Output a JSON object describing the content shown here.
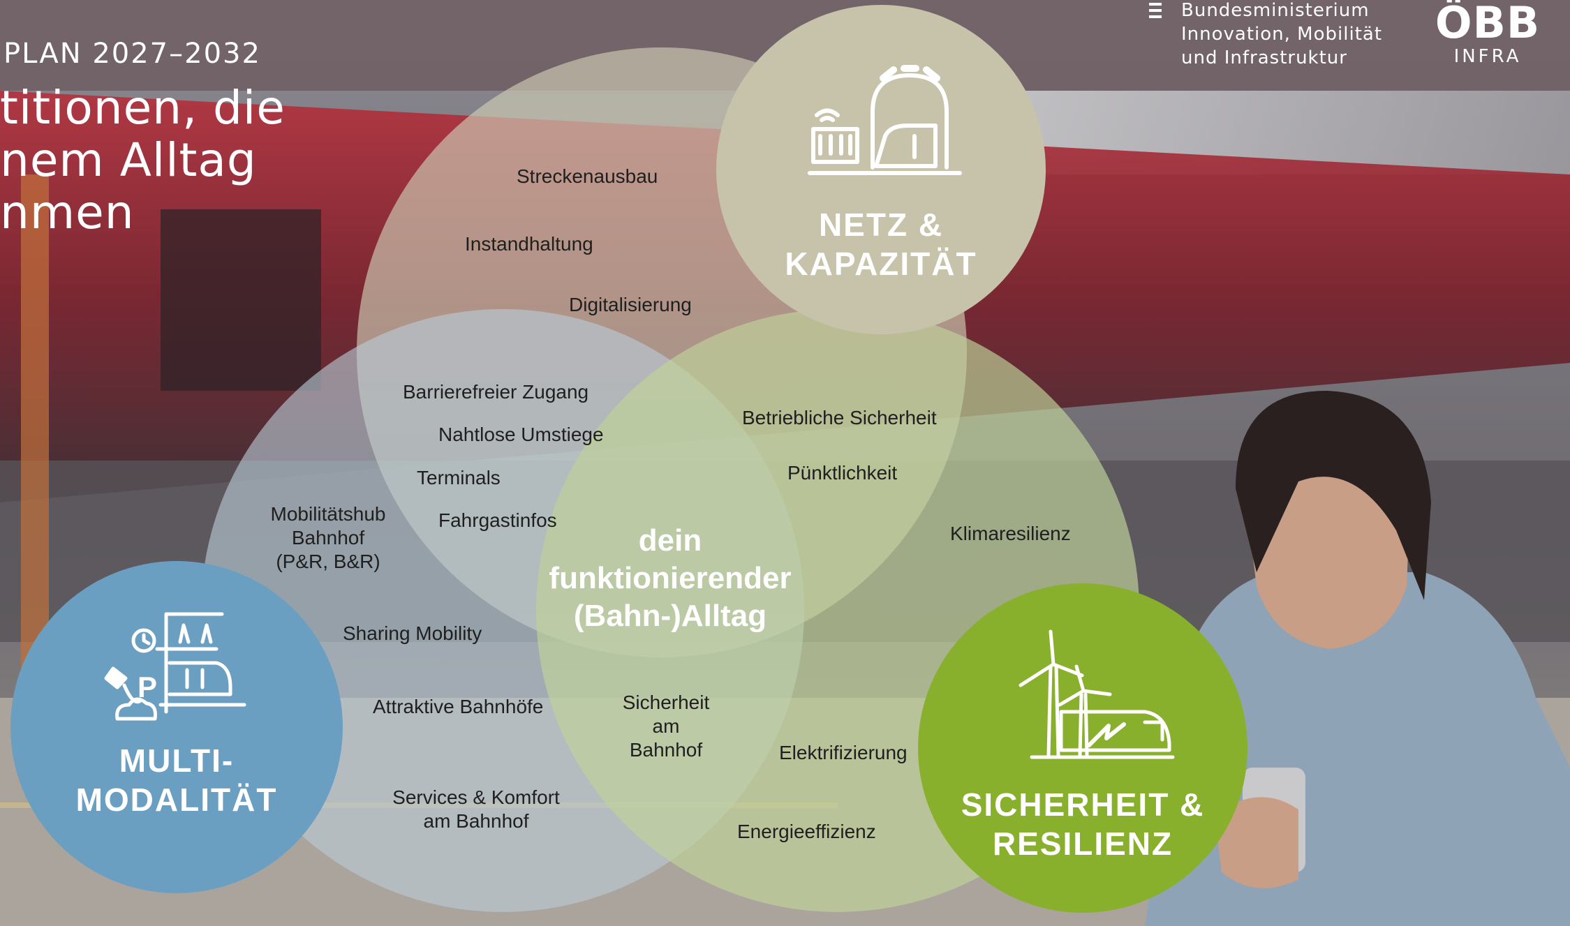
{
  "header": {
    "plan_line": "PLAN 2027–2032",
    "headline_lines": [
      "titionen, die",
      "nem Alltag",
      "nmen"
    ]
  },
  "ministry": {
    "lines": [
      "Bundesministerium",
      "Innovation, Mobilität",
      "und Infrastruktur"
    ]
  },
  "obb": {
    "wordmark": "ÖBB",
    "sub": "INFRA"
  },
  "center": {
    "lines": [
      "dein",
      "funktionierender",
      "(Bahn-)Alltag"
    ]
  },
  "pillars": {
    "netz": {
      "lines": [
        "NETZ &",
        "KAPAZITÄT"
      ],
      "icon": "station-tunnel-train-icon",
      "color": "#c7c3ab"
    },
    "multi": {
      "lines": [
        "MULTI-",
        "MODALITÄT"
      ],
      "icon": "multimodal-parking-train-icon",
      "color": "#6a9fc1"
    },
    "sicher": {
      "lines": [
        "SICHERHEIT &",
        "RESILIENZ"
      ],
      "icon": "wind-turbine-electric-train-icon",
      "color": "#88b02d"
    }
  },
  "topics": {
    "streckenausbau": "Streckenausbau",
    "instandhaltung": "Instandhaltung",
    "digitalisierung": "Digitalisierung",
    "barrierefreier": "Barrierefreier Zugang",
    "nahtlose": "Nahtlose Umstiege",
    "terminals": "Terminals",
    "fahrgastinfos": "Fahrgastinfos",
    "betriebliche": "Betriebliche Sicherheit",
    "puenktlichkeit": "Pünktlichkeit",
    "klimaresilienz": "Klimaresilienz",
    "mobilitaetshub": [
      "Mobilitätshub",
      "Bahnhof",
      "(P&R, B&R)"
    ],
    "sharing": "Sharing Mobility",
    "attraktive": "Attraktive Bahnhöfe",
    "services": [
      "Services & Komfort",
      "am Bahnhof"
    ],
    "sicherheit_bahnhof": [
      "Sicherheit",
      "am",
      "Bahnhof"
    ],
    "elektrifizierung": "Elektrifizierung",
    "energieeffizienz": "Energieeffizienz"
  },
  "colors": {
    "netz_overlay": "#cfcbb5",
    "multi_overlay": "#b9cbd6",
    "sicher_overlay": "#bfd29a"
  }
}
